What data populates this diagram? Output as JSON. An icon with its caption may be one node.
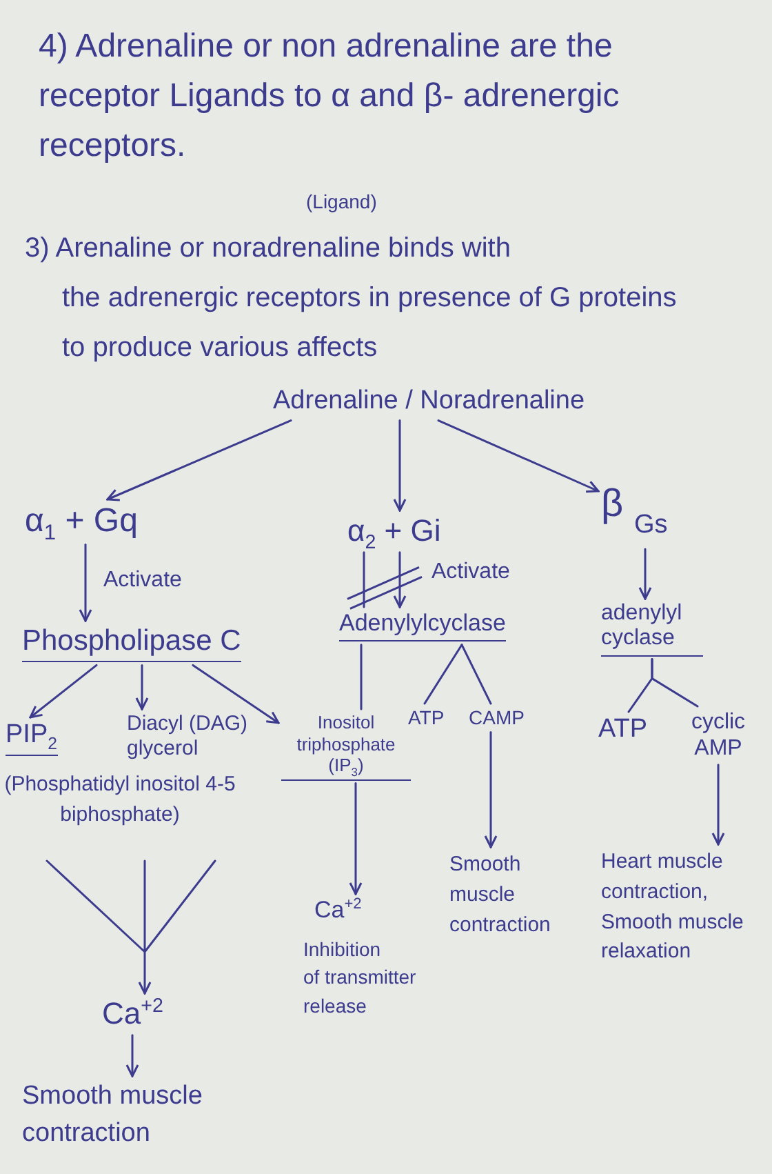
{
  "diagram": {
    "nodes": [
      {
        "text": [
          "Adrenaline / Noradrenaline"
        ]
      },
      {
        "text": [
          "α$_{1}$ + Gq"
        ]
      },
      {
        "text": [
          "α$_{2}$ + Gi"
        ]
      },
      {
        "text": [
          "β",
          "Gs"
        ]
      },
      {
        "text": [
          "Phospholipase C"
        ]
      },
      {
        "text": [
          "Adenylylcyclase"
        ]
      },
      {
        "text": [
          "adenylyl cyclase"
        ]
      },
      {
        "text": [
          "PIP$_{2}$",
          "(Phosphatidyl inositol 4-5 biphosphate)"
        ]
      },
      {
        "text": [
          "Diacyl (DAG) glycerol"
        ]
      },
      {
        "text": [
          "Inositol triphosphate (IP$_{3}$)"
        ]
      },
      {
        "text": [
          "ATP"
        ]
      },
      {
        "text": [
          "CAMP"
        ]
      },
      {
        "text": [
          "ATP"
        ]
      },
      {
        "text": [
          "cyclic AMP"
        ]
      },
      {
        "text": [
          "Ca$^{+2}$",
          "Inhibition of transmitter release"
        ]
      },
      {
        "text": [
          "Smooth muscle contraction"
        ]
      },
      {
        "text": [
          "Heart muscle contraction, Smooth muscle relaxation"
        ]
      },
      {
        "text": [
          "Ca$^{+2}$"
        ]
      },
      {
        "text": [
          "Smooth muscle contraction"
        ]
      }
    ],
    "edges": [
      {
        "from": 0,
        "to": 1,
        "arrow": "to"
      },
      {
        "from": 0,
        "to": 2,
        "arrow": "to"
      },
      {
        "from": 0,
        "to": 3,
        "arrow": "to"
      },
      {
        "from": 1,
        "to": 4,
        "arrow": "to",
        "label": "Activate"
      },
      {
        "from": 2,
        "to": 5,
        "arrow": "to",
        "label": "Activate"
      },
      {
        "from": 2,
        "to": 5,
        "arrow": "none"
      },
      {
        "from": 3,
        "to": 6,
        "arrow": "to"
      },
      {
        "from": 4,
        "to": 7,
        "arrow": "to"
      },
      {
        "from": 4,
        "to": 8,
        "arrow": "to"
      },
      {
        "from": 4,
        "to": 9,
        "arrow": "to"
      },
      {
        "from": 5,
        "to": 9,
        "arrow": "none"
      },
      {
        "from": 5,
        "to": 10,
        "arrow": "none"
      },
      {
        "from": 5,
        "to": 11,
        "arrow": "none"
      },
      {
        "from": 6,
        "to": 12,
        "arrow": "none"
      },
      {
        "from": 6,
        "to": 13,
        "arrow": "none"
      },
      {
        "from": 9,
        "to": 14,
        "arrow": "to"
      },
      {
        "from": 11,
        "to": 15,
        "arrow": "to"
      },
      {
        "from": 13,
        "to": 16,
        "arrow": "to"
      },
      {
        "from": 7,
        "to": 17,
        "arrow": "to"
      },
      {
        "from": 17,
        "to": 18,
        "arrow": "to"
      }
    ],
    "labels": [
      "4) Adrenaline or non adrenaline are the receptor Ligands to α and β- adrenergic receptors.",
      "(Ligand)",
      "3) Arenaline or noradrenaline binds with the adrenergic receptors in presence of G proteins to produce various affects"
    ]
  }
}
